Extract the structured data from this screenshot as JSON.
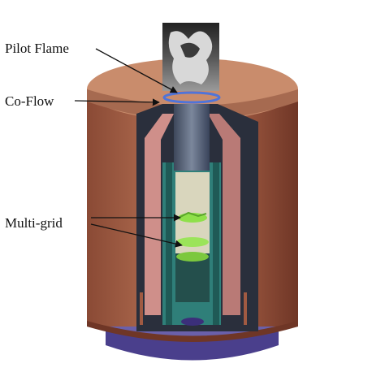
{
  "labels": {
    "pilot_flame": "Pilot Flame",
    "co_flow": "Co-Flow",
    "multi_grid": "Multi-grid"
  },
  "colors": {
    "copper_top": "#c98c6c",
    "copper_side": "#a36048",
    "copper_dark": "#7d3f2c",
    "inner_pink": "#cf8f8a",
    "tube_grey": "#6f7b8f",
    "tube_dark": "#3f4a5e",
    "teal": "#2f7f79",
    "teal_dark": "#1f5a56",
    "beige": "#d9d6bd",
    "grid_green": "#8fe04a",
    "base_blue": "#5a4f9a",
    "base_dark": "#3b2f7a",
    "flame_dark": "#1a1a1a",
    "flame_light": "#d8d8d8"
  }
}
